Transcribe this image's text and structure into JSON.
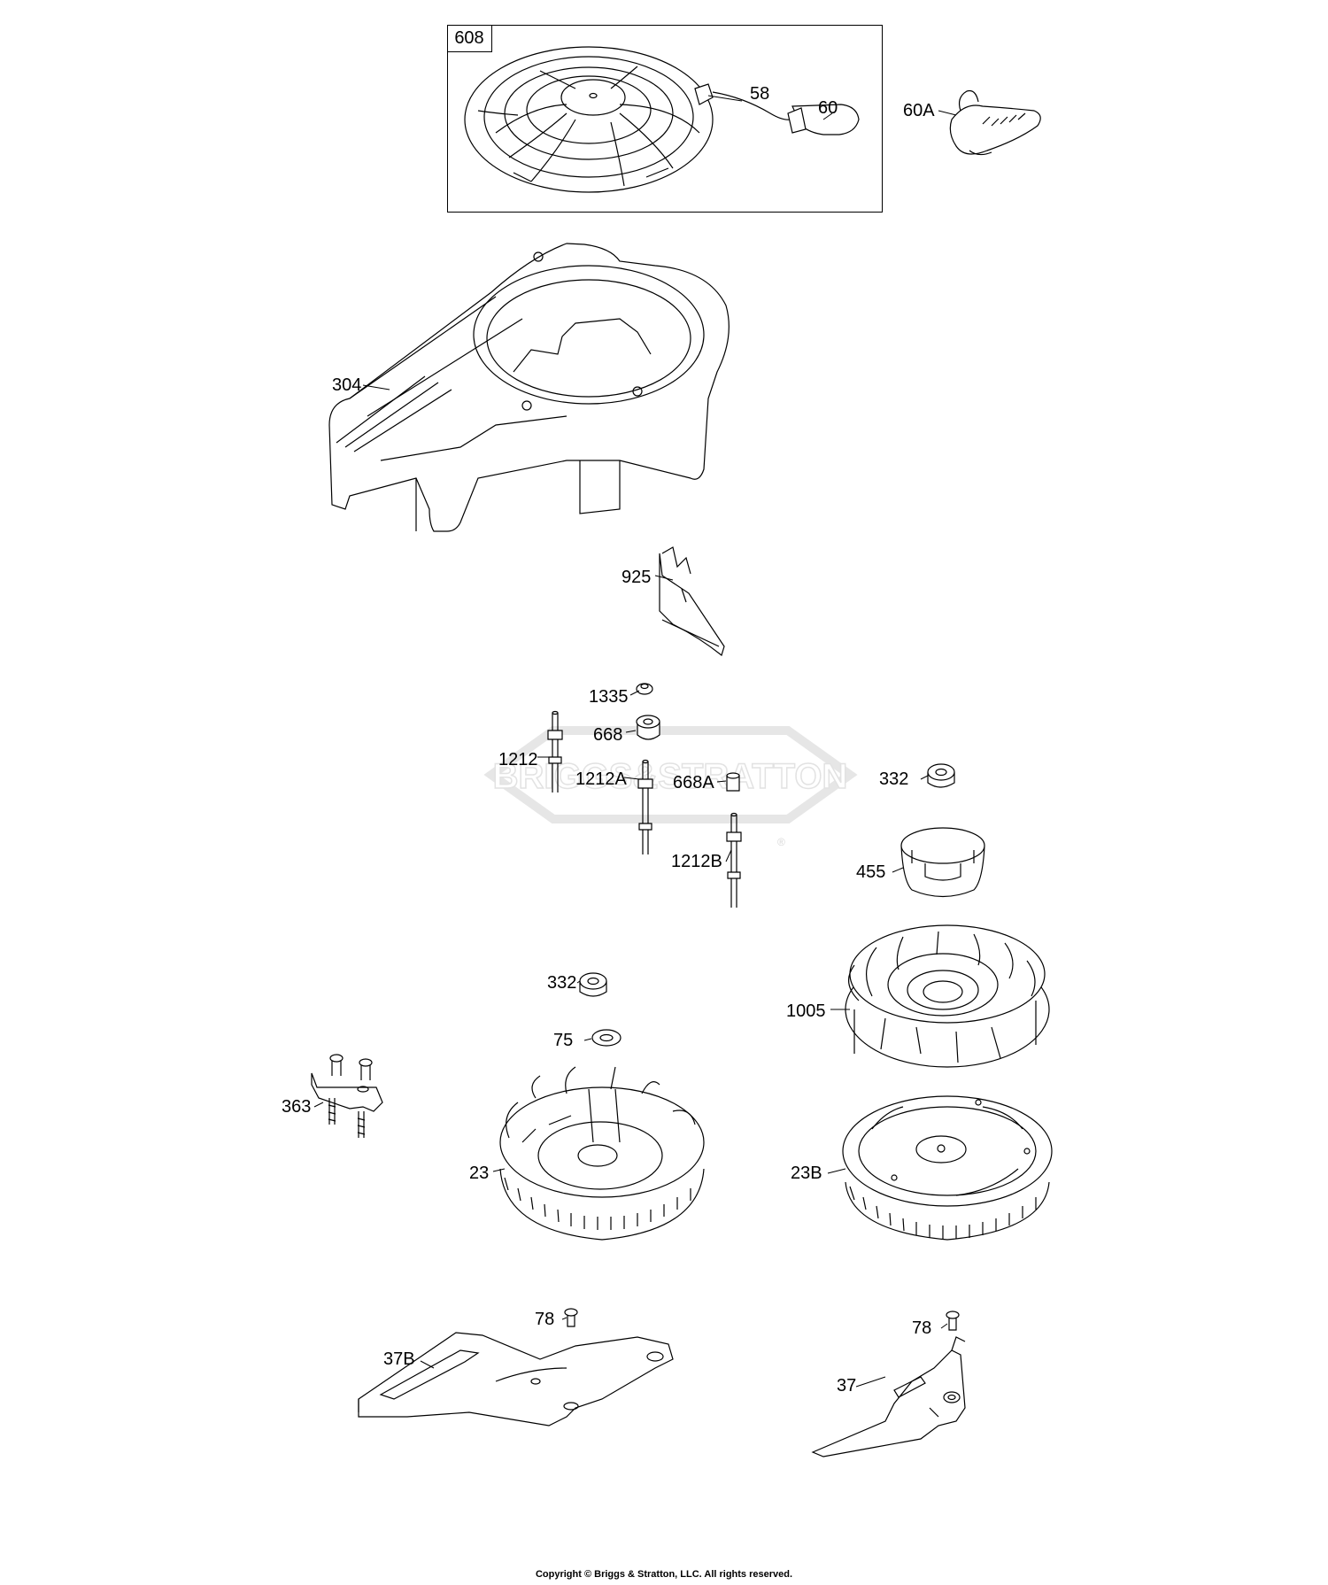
{
  "diagram": {
    "assembly_box_label": "608",
    "callouts": [
      "58",
      "60",
      "60A",
      "304",
      "925",
      "1335",
      "668",
      "1212",
      "668A",
      "1212A",
      "1212B",
      "332",
      "455",
      "1005",
      "332",
      "75",
      "363",
      "23",
      "23B",
      "78",
      "37B",
      "78",
      "37"
    ],
    "watermark_text": "BRIGGS&STRATTON",
    "watermark_mark": "®",
    "copyright": "Copyright © Briggs & Stratton, LLC. All rights reserved."
  },
  "colors": {
    "line": "#000000",
    "watermark": "#e6e6e6",
    "background": "#ffffff"
  }
}
